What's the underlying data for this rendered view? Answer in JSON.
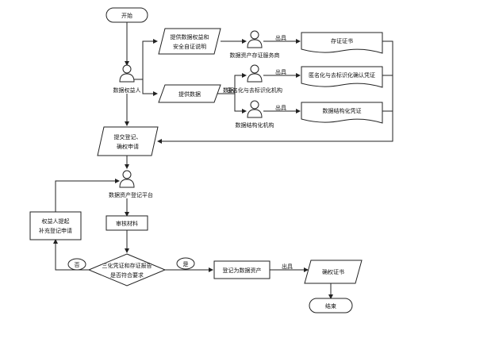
{
  "flowchart": {
    "start": "开始",
    "end": "结束",
    "actors": {
      "data_owner": "数据权益人",
      "storage_provider": "数据资产存证服务商",
      "anonymizer": "匿名化与去标识化机构",
      "structurer": "数据结构化机构",
      "registry": "数据资产登记平台"
    },
    "processes": {
      "provide_rights": [
        "提供数据权益和",
        "安全自证说明"
      ],
      "provide_data": "提供数据",
      "submit": [
        "提交登记、",
        "确权申请"
      ],
      "review": "审核材料",
      "register": "登记为数据资产",
      "supplement": [
        "权益人提起",
        "补充登记申请"
      ]
    },
    "documents": {
      "storage_cert": "存证证书",
      "anon_cert": "匿名化与去标识化确认凭证",
      "struct_cert": "数据结构化凭证",
      "rights_cert": "确权证书"
    },
    "decision": [
      "三化凭证和存证报告",
      "是否符合要求"
    ],
    "edge_labels": {
      "issue": "出具",
      "data": "数据",
      "yes": "是",
      "no": "否"
    }
  }
}
